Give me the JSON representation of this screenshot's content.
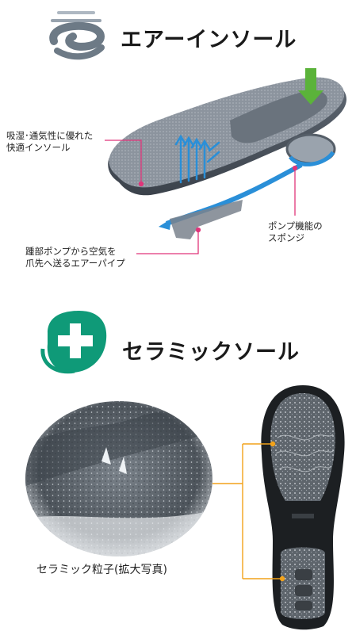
{
  "air_section": {
    "title": "エアーインソール",
    "callout_breathable": "吸湿･通気性に優れた\n快適インソール",
    "callout_pipe": "踵部ポンプから空気を\n爪先へ送るエアーパイプ",
    "callout_sponge": "ポンプ機能の\nスポンジ"
  },
  "ceramic_section": {
    "title": "セラミックソール",
    "particle_caption": "セラミック粒子(拡大写真)"
  },
  "colors": {
    "air_logo": "#6d7a86",
    "ceramic_logo": "#0f9a78",
    "pink_callout_line": "#e0357a",
    "orange_callout_line": "#f2a21a",
    "arrow_green": "#5bb33a",
    "air_flow_blue": "#2a8fd8"
  },
  "icons": {
    "air_logo": "air-swirl-icon",
    "ceramic_logo": "cross-icon",
    "push_arrow": "arrow-down-icon"
  }
}
